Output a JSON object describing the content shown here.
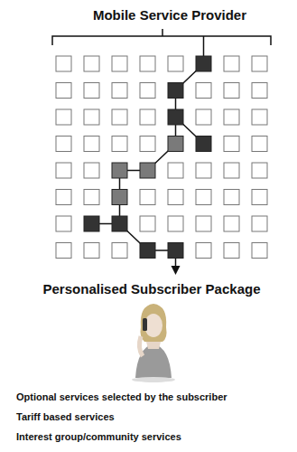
{
  "diagram": {
    "title": "Mobile Service Provider",
    "labels": [
      "Personalised Subscriber Package",
      "Optional services selected by the subscriber",
      "Tariff based services",
      "Interest group/community services"
    ]
  }
}
